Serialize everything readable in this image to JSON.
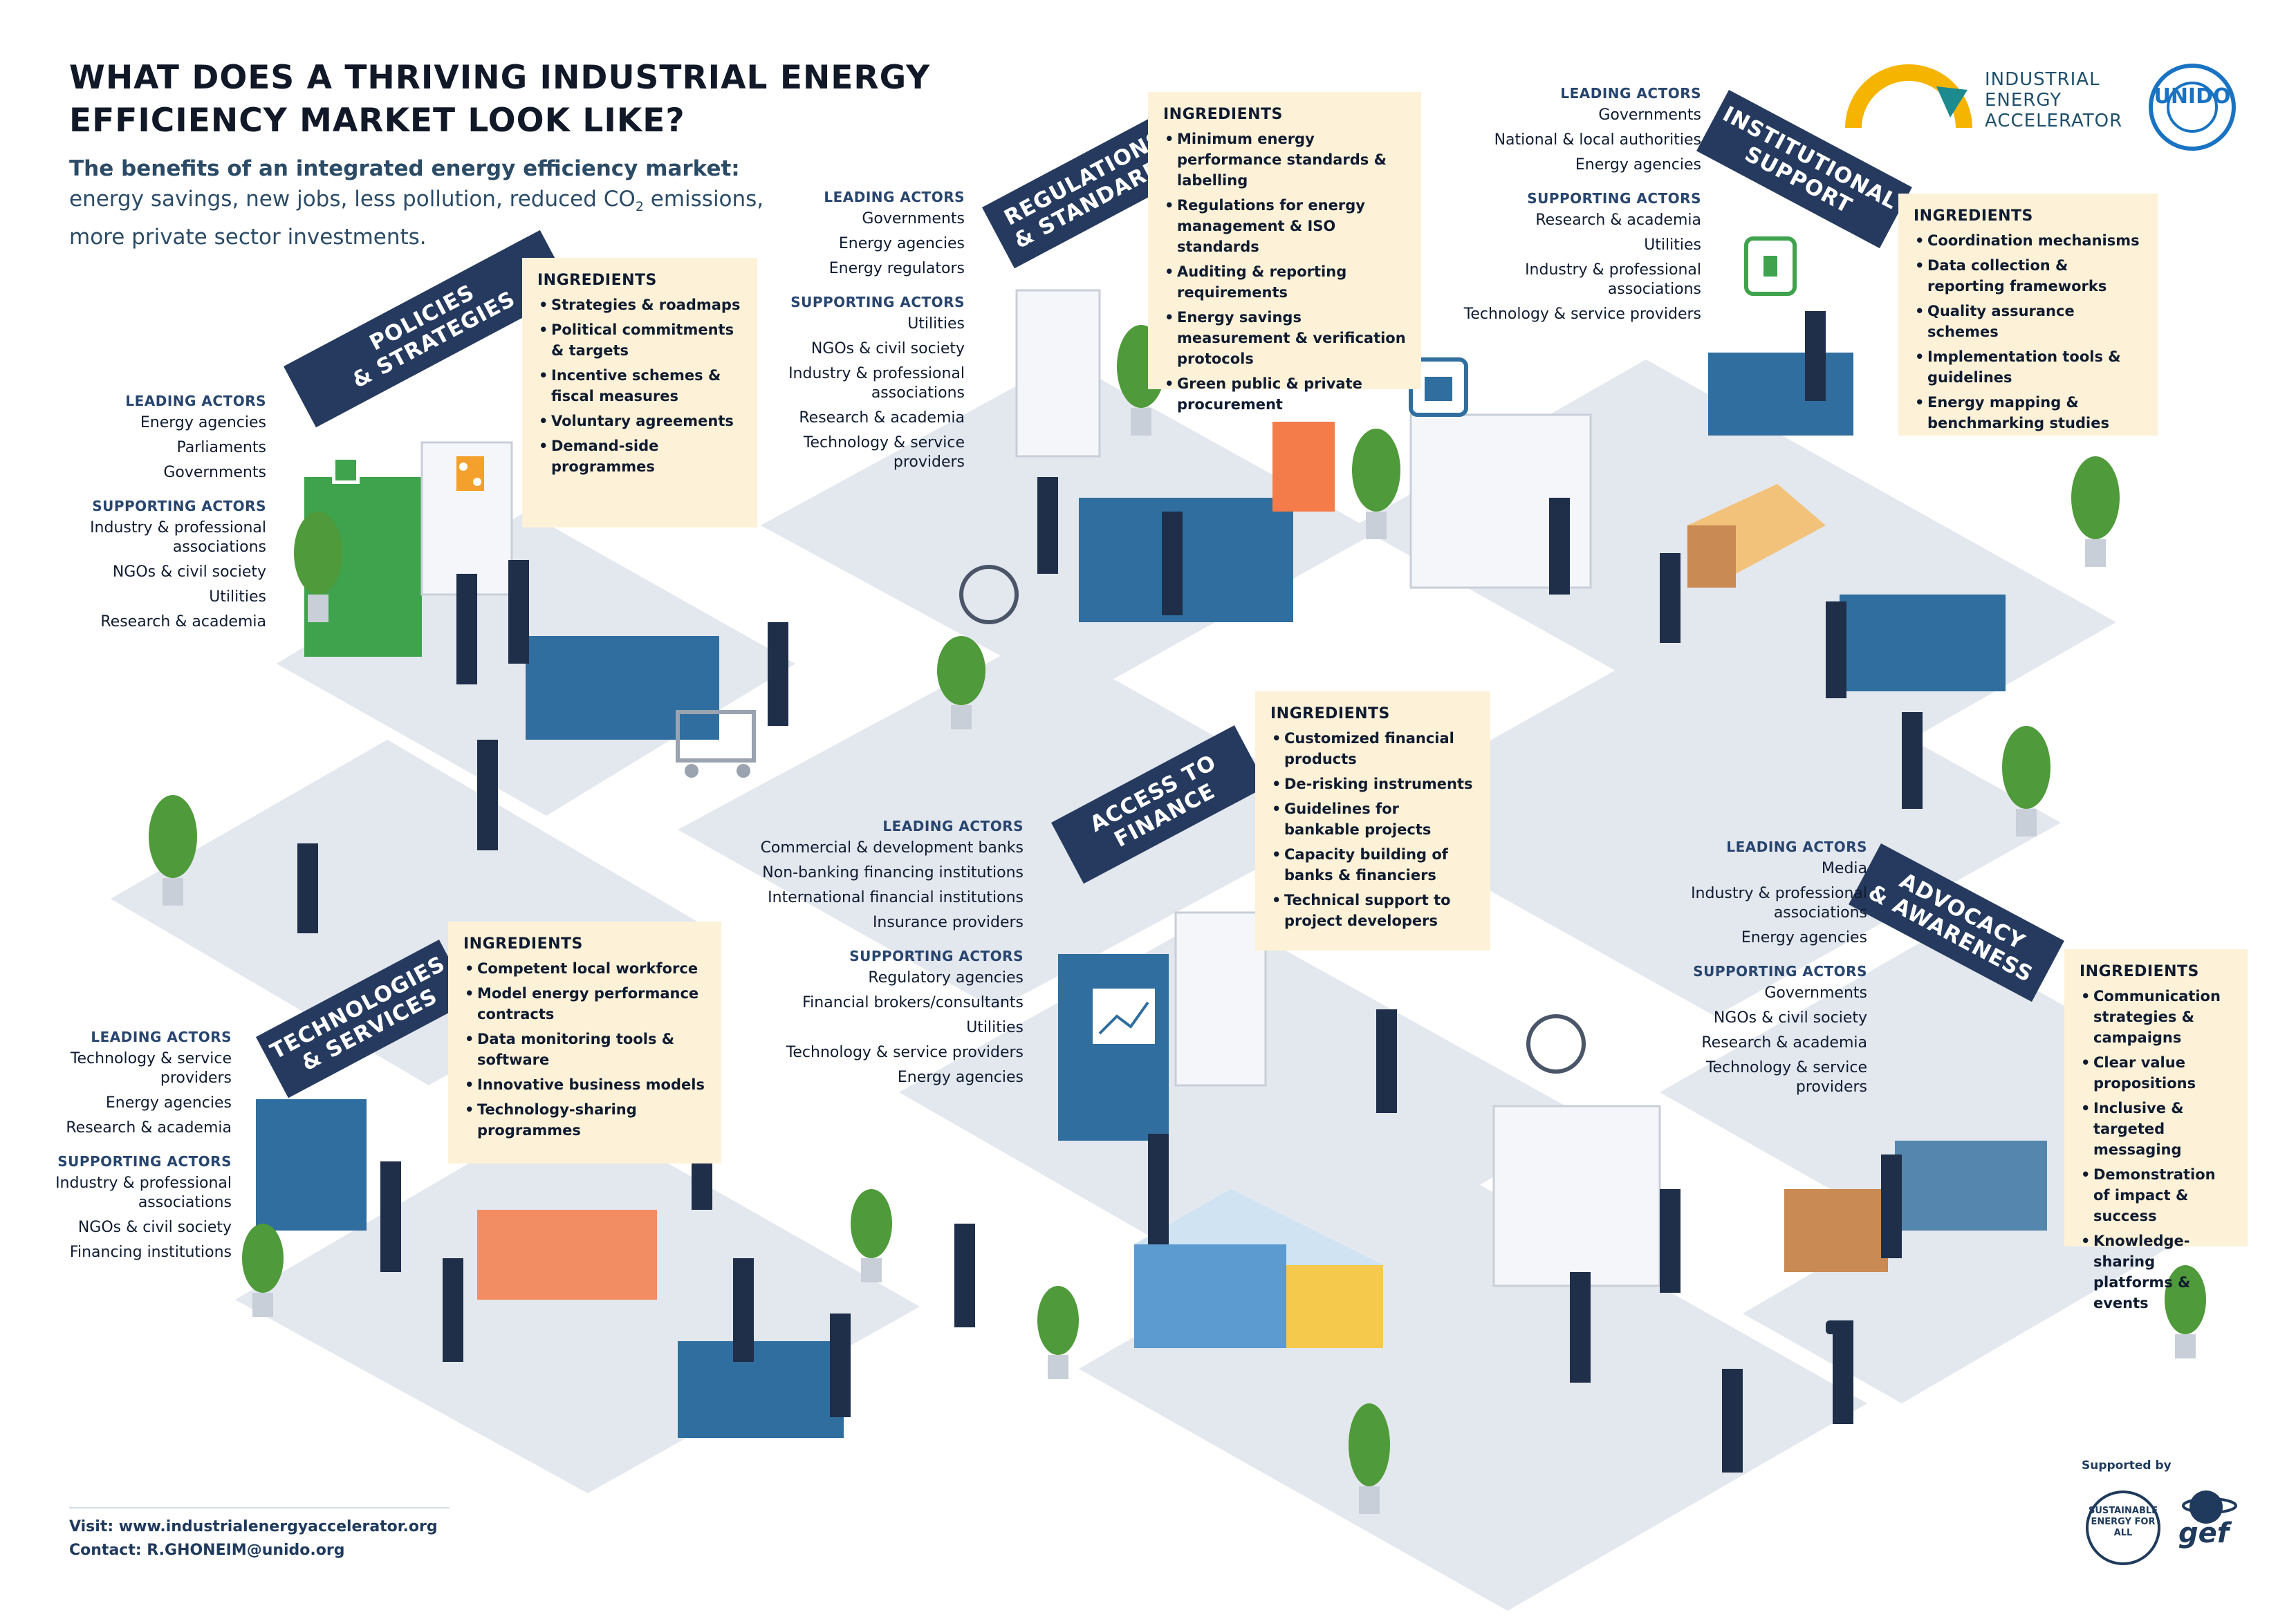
{
  "title": "WHAT DOES A THRIVING INDUSTRIAL ENERGY EFFICIENCY MARKET LOOK LIKE?",
  "subtitle": {
    "lead": "The benefits of an integrated energy efficiency market:",
    "line2": "energy savings, new jobs, less pollution, reduced CO",
    "co2_sub": "2",
    "line2_end": " emissions,",
    "line3": "more private sector investments."
  },
  "logos": {
    "iea": "INDUSTRIAL ENERGY ACCELERATOR",
    "unido": "UNIDO",
    "supported_by": "Supported by",
    "se4all": "SUSTAINABLE ENERGY FOR ALL",
    "gef": "gef"
  },
  "footer": {
    "visit": "Visit: www.industrialenergyaccelerator.org",
    "contact": "Contact: R.GHONEIM@unido.org"
  },
  "labels": {
    "ingredients": "INGREDIENTS",
    "leading": "LEADING ACTORS",
    "supporting": "SUPPORTING ACTORS"
  },
  "sections": {
    "policies": {
      "sign": "POLICIES\n& STRATEGIES",
      "ingredients": [
        "Strategies & roadmaps",
        "Political commitments & targets",
        "Incentive schemes & fiscal measures",
        "Voluntary agreements",
        "Demand-side programmes"
      ],
      "leading": [
        "Energy agencies",
        "Parliaments",
        "Governments"
      ],
      "supporting": [
        "Industry & professional associations",
        "NGOs & civil society",
        "Utilities",
        "Research & academia"
      ]
    },
    "regulations": {
      "sign": "REGULATIONS\n& STANDARDS",
      "ingredients": [
        "Minimum energy performance standards & labelling",
        "Regulations for energy management & ISO standards",
        "Auditing & reporting requirements",
        "Energy savings measurement & verification protocols",
        "Green public & private procurement"
      ],
      "leading": [
        "Governments",
        "Energy agencies",
        "Energy regulators"
      ],
      "supporting": [
        "Utilities",
        "NGOs & civil society",
        "Industry & professional associations",
        "Research & academia",
        "Technology & service providers"
      ]
    },
    "institutional": {
      "sign": "INSTITUTIONAL\nSUPPORT",
      "ingredients": [
        "Coordination mechanisms",
        "Data collection & reporting frameworks",
        "Quality assurance schemes",
        "Implementation tools & guidelines",
        "Energy mapping & benchmarking studies"
      ],
      "leading": [
        "Governments",
        "National & local authorities",
        "Energy agencies"
      ],
      "supporting": [
        "Research & academia",
        "Utilities",
        "Industry & professional associations",
        "Technology & service providers"
      ]
    },
    "finance": {
      "sign": "ACCESS TO\nFINANCE",
      "ingredients": [
        "Customized financial products",
        "De-risking instruments",
        "Guidelines for bankable projects",
        "Capacity building of banks & financiers",
        "Technical support to project developers"
      ],
      "leading": [
        "Commercial & development banks",
        "Non-banking financing institutions",
        "International financial institutions",
        "Insurance providers"
      ],
      "supporting": [
        "Regulatory agencies",
        "Financial brokers/consultants",
        "Utilities",
        "Technology & service providers",
        "Energy agencies"
      ]
    },
    "technologies": {
      "sign": "TECHNOLOGIES\n& SERVICES",
      "ingredients": [
        "Competent local workforce",
        "Model energy performance contracts",
        "Data monitoring tools & software",
        "Innovative business models",
        "Technology-sharing programmes"
      ],
      "leading": [
        "Technology & service providers",
        "Energy agencies",
        "Research & academia"
      ],
      "supporting": [
        "Industry & professional associations",
        "NGOs & civil society",
        "Financing institutions"
      ]
    },
    "advocacy": {
      "sign": "ADVOCACY\n& AWARENESS",
      "ingredients": [
        "Communication strategies & campaigns",
        "Clear value propositions",
        "Inclusive & targeted messaging",
        "Demonstration of impact & success",
        "Knowledge-sharing platforms & events"
      ],
      "leading": [
        "Media",
        "Industry & professional associations",
        "Energy agencies"
      ],
      "supporting": [
        "Governments",
        "NGOs & civil society",
        "Research & academia",
        "Technology & service providers"
      ]
    }
  },
  "colors": {
    "floor": "#e3e7ee",
    "floor_edge": "#c9cfd9",
    "sign": "#253a5e",
    "panel": "#fdf1d8",
    "accent_yellow": "#f5b400",
    "accent_teal": "#1c8a8f",
    "counter_blue": "#2f6e9e",
    "counter_coral": "#e9765b",
    "plant": "#4f9a3a"
  },
  "icons": [
    "plant-icon",
    "shopping-cart-icon",
    "wheelchair-icon",
    "laptop-icon",
    "thumbs-up-icon",
    "plug-icon",
    "chart-screen-icon",
    "vr-headset-icon",
    "shield-leaf-icon",
    "percent-icon"
  ]
}
